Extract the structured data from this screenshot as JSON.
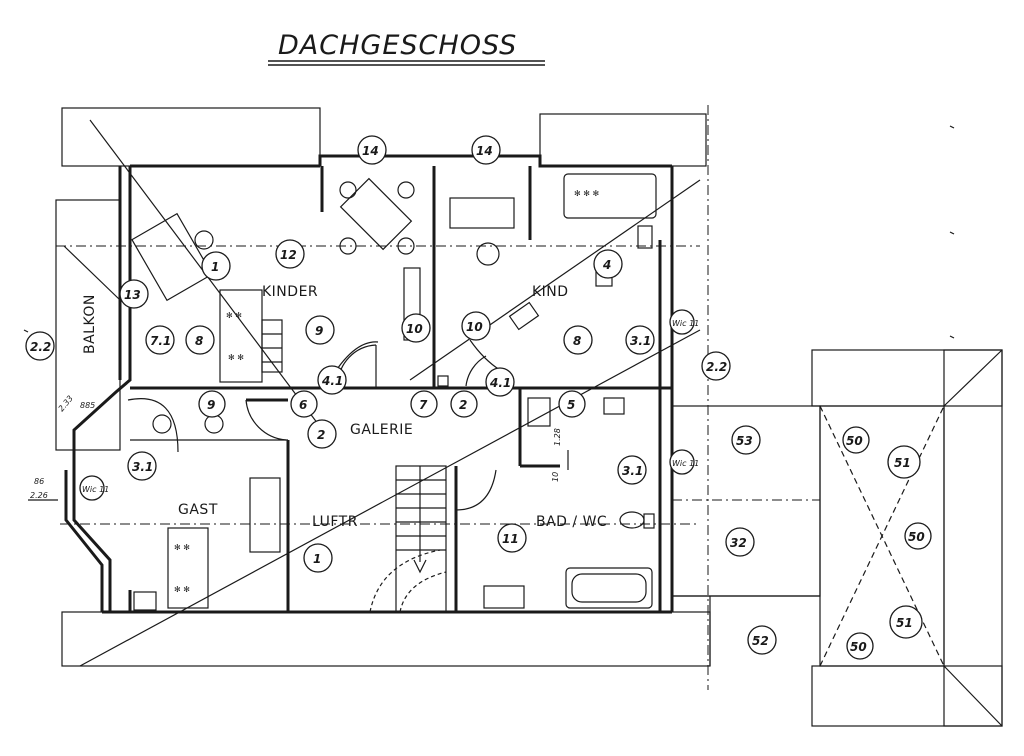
{
  "title": "DACHGESCHOSS",
  "rooms": {
    "kinder": "KINDER",
    "kind": "KIND",
    "balkon": "BALKON",
    "galerie": "GALERIE",
    "gast": "GAST",
    "luftr": "LUFTR",
    "bad_wc": "BAD / WC"
  },
  "dimensions": {
    "d1": "2.33",
    "d2": "885",
    "d3": "86",
    "d4": "2.26",
    "d5": "1.28",
    "d6": "10"
  },
  "markers": [
    {
      "id": "m-14a",
      "label": "14"
    },
    {
      "id": "m-14b",
      "label": "14"
    },
    {
      "id": "m-12",
      "label": "12"
    },
    {
      "id": "m-1a",
      "label": "1"
    },
    {
      "id": "m-13",
      "label": "13"
    },
    {
      "id": "m-2-2a",
      "label": "2.2"
    },
    {
      "id": "m-7-1",
      "label": "7.1"
    },
    {
      "id": "m-8a",
      "label": "8"
    },
    {
      "id": "m-9a",
      "label": "9"
    },
    {
      "id": "m-10a",
      "label": "10"
    },
    {
      "id": "m-10b",
      "label": "10"
    },
    {
      "id": "m-4a",
      "label": "4"
    },
    {
      "id": "m-8b",
      "label": "8"
    },
    {
      "id": "m-3-1a",
      "label": "3.1"
    },
    {
      "id": "m-wic1",
      "label": "Wic 11"
    },
    {
      "id": "m-2-2b",
      "label": "2.2"
    },
    {
      "id": "m-4-1a",
      "label": "4.1"
    },
    {
      "id": "m-4-1b",
      "label": "4.1"
    },
    {
      "id": "m-9b",
      "label": "9"
    },
    {
      "id": "m-6",
      "label": "6"
    },
    {
      "id": "m-7",
      "label": "7"
    },
    {
      "id": "m-2a",
      "label": "2"
    },
    {
      "id": "m-5",
      "label": "5"
    },
    {
      "id": "m-2b",
      "label": "2"
    },
    {
      "id": "m-3-1b",
      "label": "3.1"
    },
    {
      "id": "m-wic2",
      "label": "Wic 11"
    },
    {
      "id": "m-3-1c",
      "label": "3.1"
    },
    {
      "id": "m-wic3",
      "label": "Wic 11"
    },
    {
      "id": "m-11",
      "label": "11"
    },
    {
      "id": "m-1b",
      "label": "1"
    },
    {
      "id": "m-53",
      "label": "53"
    },
    {
      "id": "m-32",
      "label": "32"
    },
    {
      "id": "m-52",
      "label": "52"
    },
    {
      "id": "m-50a",
      "label": "50"
    },
    {
      "id": "m-50b",
      "label": "50"
    },
    {
      "id": "m-50c",
      "label": "50"
    },
    {
      "id": "m-51a",
      "label": "51"
    },
    {
      "id": "m-51b",
      "label": "51"
    }
  ]
}
